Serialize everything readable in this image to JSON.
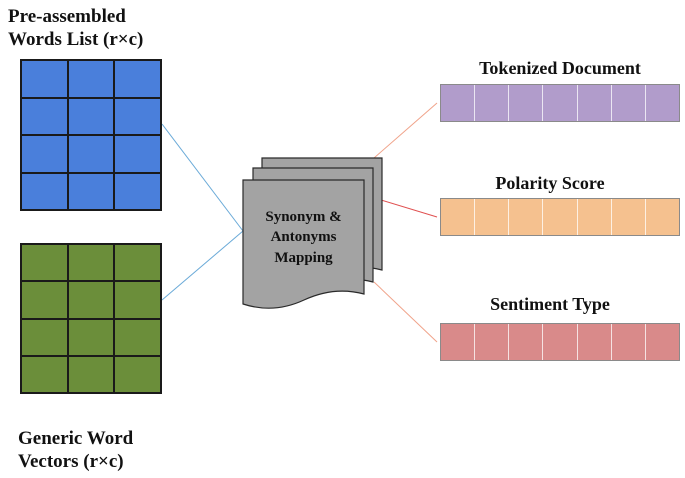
{
  "inputs": [
    {
      "title": "Pre-assembled\nWords  List (r×c)",
      "color": "#4a7fdb",
      "rows": 4,
      "cols": 3
    },
    {
      "title": "Generic Word\nVectors (r×c)",
      "color": "#6b8e3a",
      "rows": 4,
      "cols": 3
    }
  ],
  "process": {
    "label": "Synonym &\nAntonyms\nMapping",
    "color": "#a3a3a3"
  },
  "outputs": [
    {
      "title": "Tokenized Document",
      "color": "#b19ccb",
      "segments": 7
    },
    {
      "title": "Polarity Score",
      "color": "#f5c18f",
      "segments": 7
    },
    {
      "title": "Sentiment Type",
      "color": "#d98a8a",
      "segments": 7
    }
  ],
  "connector_colors": {
    "inputs": "#6aaad8",
    "outputs": [
      "#f0a38a",
      "#e05050",
      "#f0a38a"
    ]
  }
}
